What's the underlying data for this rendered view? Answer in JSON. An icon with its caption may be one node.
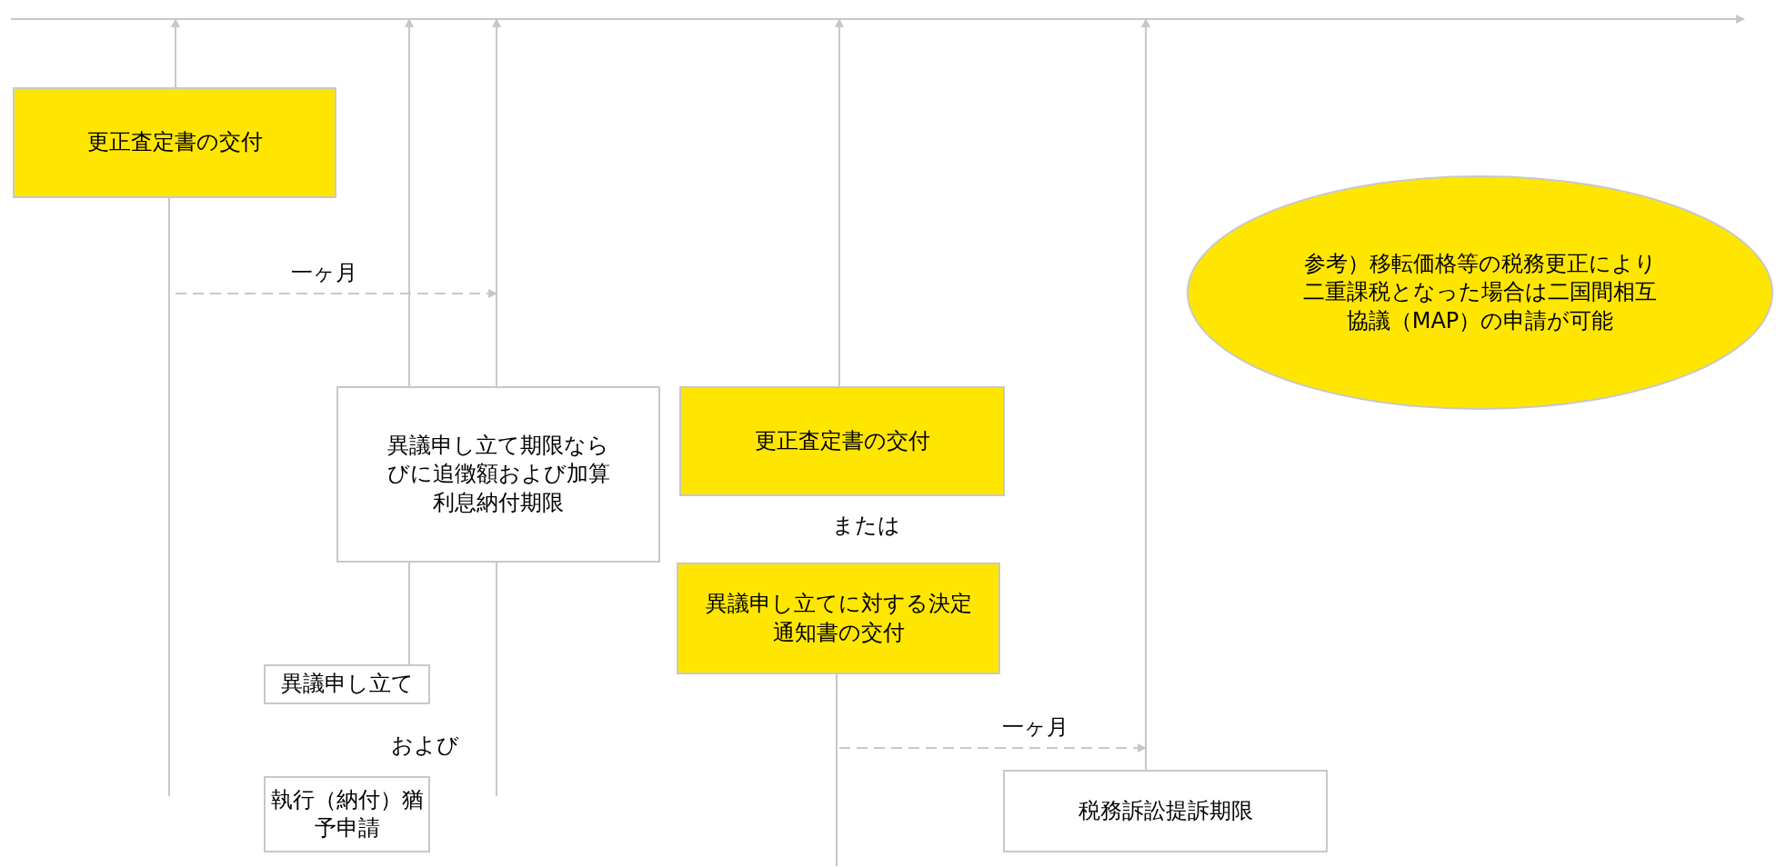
{
  "diagram": {
    "nodes": [
      {
        "text": [
          "更正査定書の交付"
        ]
      },
      {
        "text": [
          "参考）移転価格等の税務更正により二重課税となった場合は二国間相互協議（MAP）の申請が可能"
        ]
      },
      {
        "text": [
          "異議申し立て期限ならびに追徴額および加算利息納付期限"
        ]
      },
      {
        "text": [
          "更正査定書の交付"
        ]
      },
      {
        "text": [
          "異議申し立てに対する決定通知書の交付"
        ]
      },
      {
        "text": [
          "異議申し立て"
        ]
      },
      {
        "text": [
          "執行（納付）猶予申請"
        ]
      },
      {
        "text": [
          "税務訴訟提訴期限"
        ]
      }
    ],
    "edges": [
      {
        "from": 0,
        "to": null,
        "arrow": "to"
      },
      {
        "from": 0,
        "to": null,
        "arrow": "none"
      },
      {
        "from": 2,
        "to": null,
        "arrow": "to"
      },
      {
        "from": 2,
        "to": null,
        "arrow": "to"
      },
      {
        "from": 5,
        "to": 2,
        "arrow": "none"
      },
      {
        "from": 2,
        "to": null,
        "arrow": "none"
      },
      {
        "from": 3,
        "to": null,
        "arrow": "to"
      },
      {
        "from": 4,
        "to": null,
        "arrow": "none"
      },
      {
        "from": 7,
        "to": null,
        "arrow": "to"
      }
    ],
    "labels": [
      "一ヶ月",
      "または",
      "および",
      "一ヶ月"
    ]
  }
}
